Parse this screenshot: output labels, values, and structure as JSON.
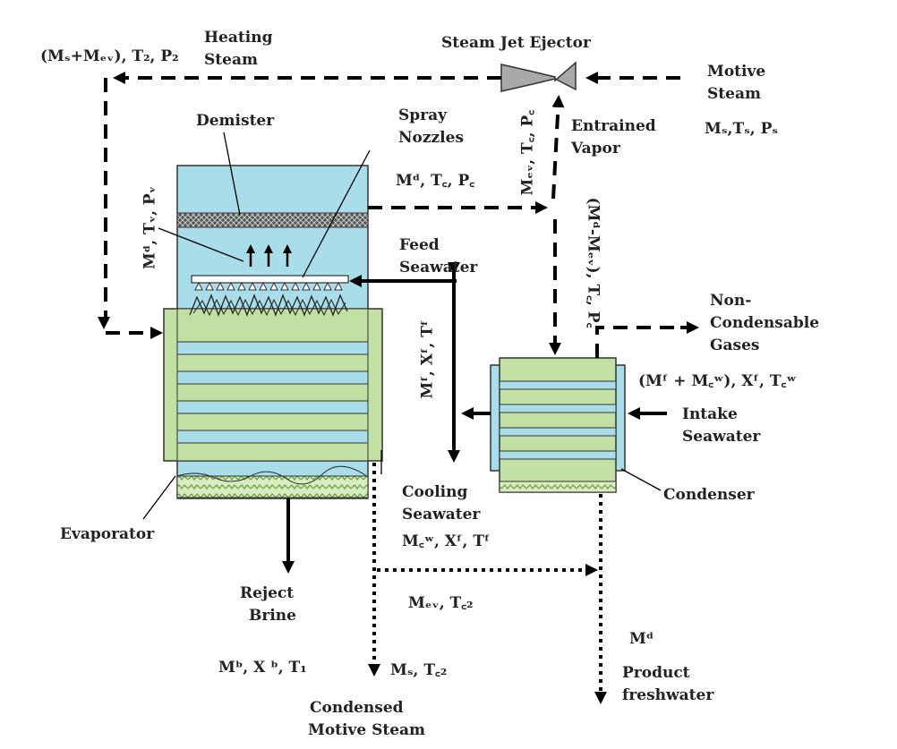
{
  "labels": {
    "heating_flow": "(Mₛ+Mₑᵥ), T₂, P₂",
    "heating_steam_1": "Heating",
    "heating_steam_2": "Steam",
    "ejector": "Steam Jet Ejector",
    "motive_steam_1": "Motive",
    "motive_steam_2": "Steam",
    "motive_props": "Mₛ,Tₛ, Pₛ",
    "demister": "Demister",
    "spray_1": "Spray",
    "spray_2": "Nozzles",
    "entrained_1": "Entrained",
    "entrained_2": "Vapor",
    "entrained_props": "Mₑᵥ, T꜀, P꜀",
    "vapor_props": "Mᵈ, Tᵥ, Pᵥ",
    "distillate_props": "Mᵈ, T꜀, P꜀",
    "remaining_props": "(Mᵈ-Mₑᵥ), T꜀, P꜀",
    "feed_1": "Feed",
    "feed_2": "Seawater",
    "feed_props": "Mᶠ, Xᶠ, Tᶠ",
    "ncg_1": "Non-",
    "ncg_2": "Condensable",
    "ncg_3": "Gases",
    "intake_props": "(Mᶠ + M꜀ʷ), Xᶠ, T꜀ʷ",
    "intake_1": "Intake",
    "intake_2": "Seawater",
    "condenser": "Condenser",
    "cooling_1": "Cooling",
    "cooling_2": "Seawater",
    "cooling_props": "M꜀ʷ, Xᶠ, Tᶠ",
    "evaporator": "Evaporator",
    "ev_props": "Mₑᵥ, T꜀₂",
    "reject_1": "Reject",
    "reject_2": "Brine",
    "brine_props": "Mᵇ, X ᵇ, T₁",
    "ms_props": "Mₛ, T꜀₂",
    "condensed_1": "Condensed",
    "condensed_2": "Motive Steam",
    "md": "Mᵈ",
    "product_1": "Product",
    "product_2": "freshwater"
  },
  "colors": {
    "shell_blue": "#a8dde9",
    "tube_green": "#c3e0a4",
    "line": "#000000",
    "ejector_gray": "#a9a9a9",
    "brine_pattern": "#7fb255"
  }
}
